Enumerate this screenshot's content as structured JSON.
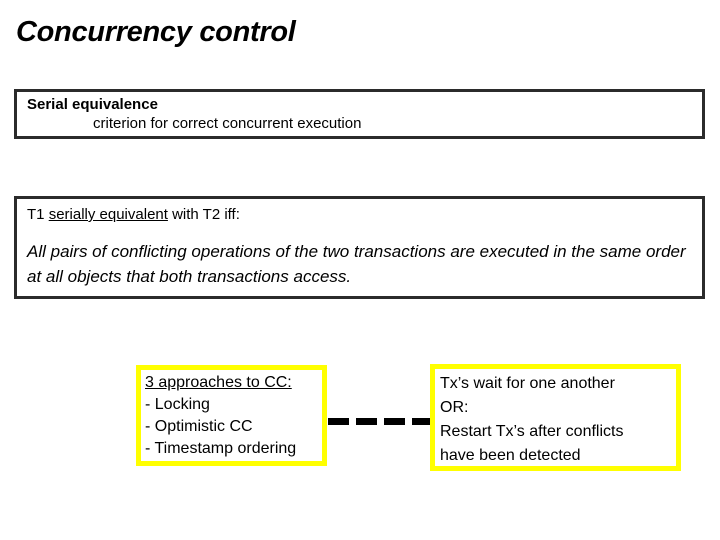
{
  "slide": {
    "title": "Concurrency control",
    "background_color": "#ffffff",
    "text_color": "#000000",
    "box_border_color": "#2b2b2b",
    "highlight_border_color": "#ffff00"
  },
  "definition_box": {
    "term": "Serial equivalence",
    "description": "criterion for correct concurrent execution"
  },
  "criterion_box": {
    "heading_prefix": "T1 ",
    "heading_underlined": "serially equivalent",
    "heading_suffix": " with T2 iff:",
    "body": "All pairs of conflicting operations of the two transactions are executed in the same order at all objects that both transactions access."
  },
  "approaches_box": {
    "heading": "3 approaches to CC:",
    "items": [
      "- Locking",
      "- Optimistic CC",
      "- Timestamp ordering"
    ]
  },
  "outcomes_box": {
    "lines": [
      "Tx’s wait for one another",
      "OR:",
      "Restart Tx’s after conflicts",
      "have been detected"
    ]
  },
  "connector": {
    "style": "dashed-line",
    "dash_count": 4
  }
}
